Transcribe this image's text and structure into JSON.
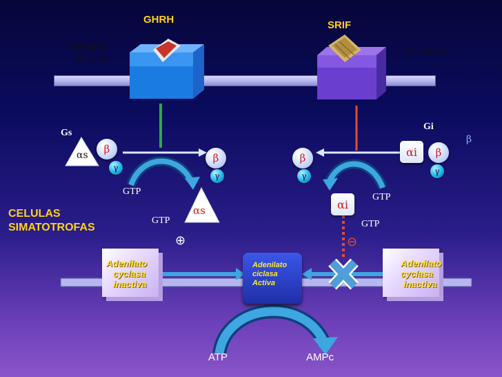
{
  "ligands": {
    "left": "GHRH",
    "right": "SRIF"
  },
  "receptor_left": {
    "line1": "Receptor",
    "line2": "β1 or β2"
  },
  "receptor_right": {
    "label": "α2 receptor"
  },
  "g_left": {
    "label": "Gs",
    "alpha": "αs",
    "beta": "β",
    "gamma": "γ"
  },
  "g_right": {
    "label": "Gi",
    "alpha": "αi",
    "beta": "β",
    "gamma": "γ"
  },
  "free_left": {
    "beta": "β",
    "gamma": "γ"
  },
  "free_right": {
    "beta": "β",
    "gamma": "γ"
  },
  "stray_beta": "β",
  "gtp": {
    "left1": "GTP",
    "left2": "GTP",
    "right1": "GTP",
    "right2": "GTP"
  },
  "alpha_s_free": "αs",
  "alpha_i_free": "αi",
  "cell_label": {
    "line1": "CELULAS",
    "line2": "SIMATOTROFAS"
  },
  "signs": {
    "plus": "⊕",
    "minus": "⊖"
  },
  "cyclase_left": {
    "l1": "Adenilato",
    "l2": "cyclasa",
    "l3": "inactiva"
  },
  "cyclase_active": {
    "l1": "Adenilato",
    "l2": "ciclasa",
    "l3": "Activa"
  },
  "cyclase_right": {
    "l1": "Adenilato",
    "l2": "cyclasa",
    "l3": "inactiva"
  },
  "products": {
    "atp": "ATP",
    "campc": "AMPc"
  },
  "colors": {
    "yellow_label": "#ffd21a",
    "alpha_red": "#d01818",
    "inhibit": "#e0502a",
    "stim": "#2ea84a"
  }
}
